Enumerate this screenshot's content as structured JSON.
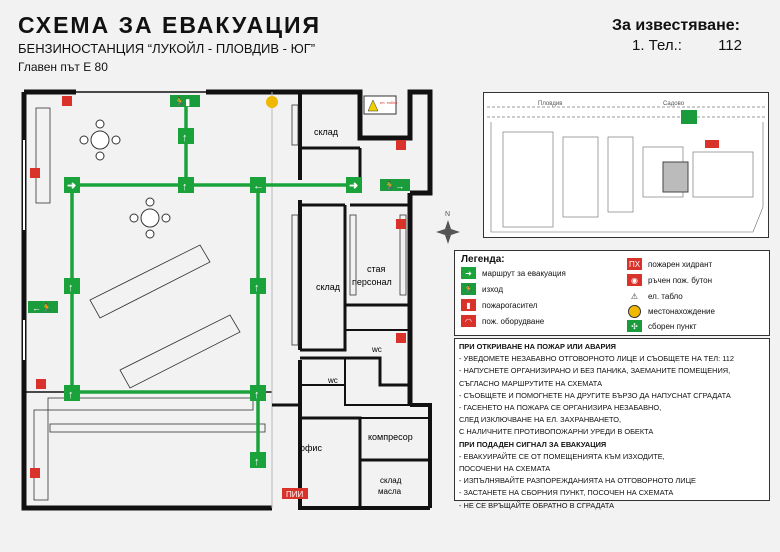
{
  "header": {
    "title": "СХЕМА ЗА ЕВАКУАЦИЯ",
    "station": "БЕНЗИНОСТАНЦИЯ “ЛУКОЙЛ - ПЛОВДИВ - ЮГ”",
    "address": "Главен път Е 80",
    "notify_label": "За известяване:",
    "phone_label": "1. Тел.:",
    "phone_number": "112"
  },
  "rooms": {
    "sklad_top": "склад",
    "sklad_mid": "склад",
    "staff_room": "стая\nперсонал",
    "wc1": "wc",
    "wc2": "wc",
    "compressor": "компресор",
    "office": "офис",
    "oil_store": "склад\nмасла",
    "pii": "ПИИ",
    "panel_sign": "ел. табло"
  },
  "site_plan": {
    "road_left": "Пловдив",
    "road_right": "Садово"
  },
  "compass": {
    "north": "N"
  },
  "legend": {
    "title": "Легенда:",
    "items": [
      {
        "icon": "evacuation-route-icon",
        "label": "маршрут за евакуация"
      },
      {
        "icon": "exit-sign-icon",
        "label": "изход"
      },
      {
        "icon": "fire-extinguisher-icon",
        "label": "пожарогасител"
      },
      {
        "icon": "fire-equipment-icon",
        "label": "пож. оборудване"
      },
      {
        "icon": "fire-hydrant-icon",
        "label": "пожарен хидрант"
      },
      {
        "icon": "manual-call-point-icon",
        "label": "ръчен  пож. бутон"
      },
      {
        "icon": "electrical-panel-icon",
        "label": "ел. табло"
      },
      {
        "icon": "you-are-here-icon",
        "label": "местонахождение"
      },
      {
        "icon": "assembly-point-icon",
        "label": "сборен пункт"
      }
    ]
  },
  "instructions": [
    {
      "text": "ПРИ ОТКРИВАНЕ НА ПОЖАР ИЛИ АВАРИЯ",
      "bold": true
    },
    {
      "text": "- УВЕДОМЕТЕ НЕЗАБАВНО ОТГОВОРНОТО ЛИЦЕ И СЪОБЩЕТЕ НА ТЕЛ: 112",
      "bold": false
    },
    {
      "text": "- НАПУСНЕТЕ ОРГАНИЗИРАНО И БЕЗ ПАНИКА, ЗАЕМАНИТЕ ПОМЕЩЕНИЯ,",
      "bold": false
    },
    {
      "text": "   СЪГЛАСНО МАРШРУТИТЕ НА СХЕМАТА",
      "bold": false
    },
    {
      "text": "- СЪОБЩЕТЕ И ПОМОГНЕТЕ НА ДРУГИТЕ БЪРЗО ДА НАПУСНАТ СГРАДАТА",
      "bold": false
    },
    {
      "text": "- ГАСЕНЕТО НА ПОЖАРА СЕ ОРГАНИЗИРА НЕЗАБАВНО,",
      "bold": false
    },
    {
      "text": "   СЛЕД ИЗКЛЮЧВАНЕ НА ЕЛ. ЗАХРАНВАНЕТО,",
      "bold": false
    },
    {
      "text": "   С НАЛИЧНИТЕ ПРОТИВОПОЖАРНИ УРЕДИ В ОБЕКТА",
      "bold": false
    },
    {
      "text": "ПРИ ПОДАДЕН СИГНАЛ ЗА ЕВАКУАЦИЯ",
      "bold": true
    },
    {
      "text": "- ЕВАКУИРАЙТЕ СЕ ОТ ПОМЕЩЕНИЯТА КЪМ ИЗХОДИТЕ,",
      "bold": false
    },
    {
      "text": "   ПОСОЧЕНИ НА СХЕМАТА",
      "bold": false
    },
    {
      "text": "- ИЗПЪЛНЯВАЙТЕ РАЗПОРЕЖДАНИЯТА НА ОТГОВОРНОТО ЛИЦЕ",
      "bold": false
    },
    {
      "text": "- ЗАСТАНЕТЕ НА СБОРНИЯ ПУНКТ, ПОСОЧЕН НА СХЕМАТА",
      "bold": false
    },
    {
      "text": "- НЕ СЕ ВРЪЩАЙТЕ ОБРАТНО В СГРАДАТА",
      "bold": false
    }
  ],
  "colors": {
    "route": "#1aa33a",
    "fire_red": "#d8322a",
    "exit_green": "#1a9b3c",
    "you_are_here": "#f0b800",
    "wall": "#111111"
  }
}
